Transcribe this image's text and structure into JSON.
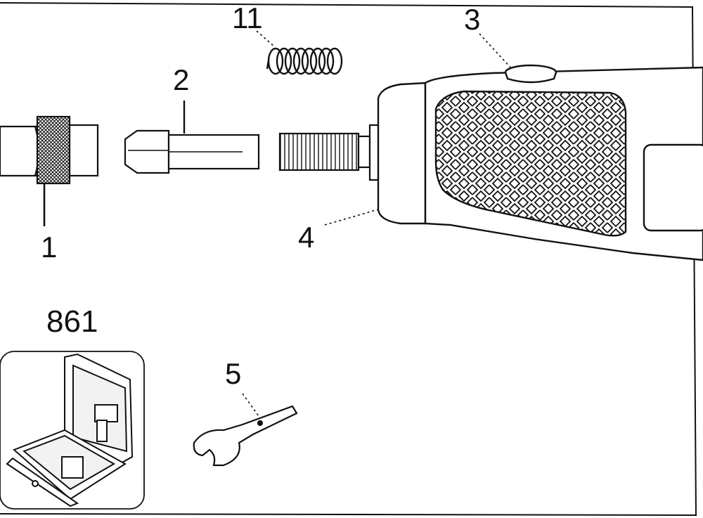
{
  "labels": {
    "collet_nut": "1",
    "collet": "2",
    "spindle_lock": "3",
    "spindle": "4",
    "wrench": "5",
    "spring": "11",
    "case_model": "861"
  },
  "colors": {
    "ink": "#111111",
    "paper": "#ffffff",
    "light_fill": "#ececec",
    "mid_fill": "#cfcfcf"
  }
}
